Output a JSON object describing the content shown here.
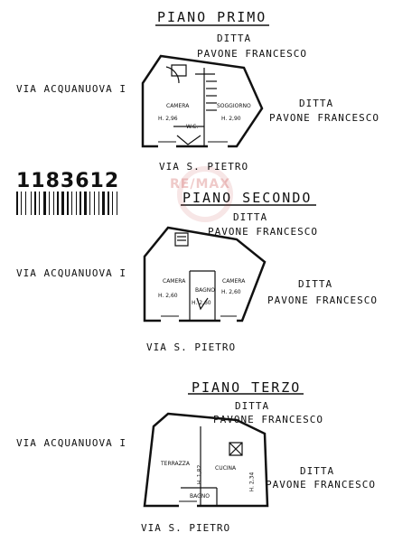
{
  "reference_number": "1183612",
  "watermark": "RE/MAX",
  "floors": [
    {
      "title": "PIANO PRIMO",
      "owner_top": [
        "DITTA",
        "PAVONE FRANCESCO"
      ],
      "owner_right": [
        "DITTA",
        "PAVONE FRANCESCO"
      ],
      "street_left": "VIA ACQUANUOVA I",
      "street_bottom": "VIA S. PIETRO",
      "rooms": [
        "CAMERA",
        "SOGGIORNO",
        "W.C."
      ],
      "heights": [
        "H. 2,96",
        "H. 2,90"
      ]
    },
    {
      "title": "PIANO SECONDO",
      "owner_top": [
        "DITTA",
        "PAVONE FRANCESCO"
      ],
      "owner_right": [
        "DITTA",
        "PAVONE FRANCESCO"
      ],
      "street_left": "VIA ACQUANUOVA I",
      "street_bottom": "VIA S. PIETRO",
      "rooms": [
        "CAMERA",
        "BAGNO",
        "CAMERA"
      ],
      "heights": [
        "H. 2,60",
        "H. 2,60",
        "H. 2,60"
      ]
    },
    {
      "title": "PIANO TERZO",
      "owner_top": [
        "DITTA",
        "PAVONE FRANCESCO"
      ],
      "owner_right": [
        "DITTA",
        "PAVONE FRANCESCO"
      ],
      "street_left": "VIA ACQUANUOVA I",
      "street_bottom": "VIA S. PIETRO",
      "rooms": [
        "TERRAZZA",
        "CUCINA",
        "BAGNO"
      ],
      "heights": [
        "H. 1,82",
        "H. 2,34"
      ]
    }
  ]
}
